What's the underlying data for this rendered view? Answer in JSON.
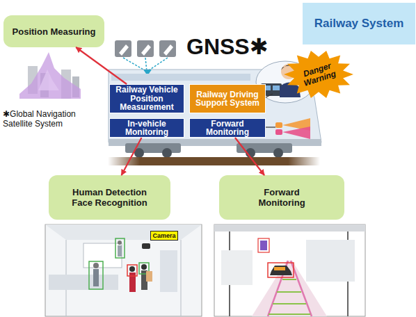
{
  "diagram": {
    "nodes": [
      {
        "text": [
          "Position Measuring"
        ]
      },
      {
        "text": [
          "Railway System"
        ]
      },
      {
        "text": [
          "Danger Warning"
        ]
      },
      {
        "text": [
          "Railway Vehicle Position Measurement"
        ]
      },
      {
        "text": [
          "Railway Driving Support System"
        ]
      },
      {
        "text": [
          "In-vehicle Monitoring"
        ]
      },
      {
        "text": [
          "Forward Monitoring"
        ]
      },
      {
        "text": [
          "Human Detection Face Recognition"
        ]
      },
      {
        "text": [
          "Forward Monitoring"
        ]
      },
      {
        "text": [
          "Camera"
        ]
      }
    ],
    "edges": [
      {
        "from": 3,
        "to": 0,
        "arrow": "to"
      },
      {
        "from": 5,
        "to": 7,
        "arrow": "to"
      },
      {
        "from": 6,
        "to": 8,
        "arrow": "to"
      }
    ],
    "labels": [
      "GNSS✱",
      "✱Global Navigation Satellite System"
    ]
  }
}
